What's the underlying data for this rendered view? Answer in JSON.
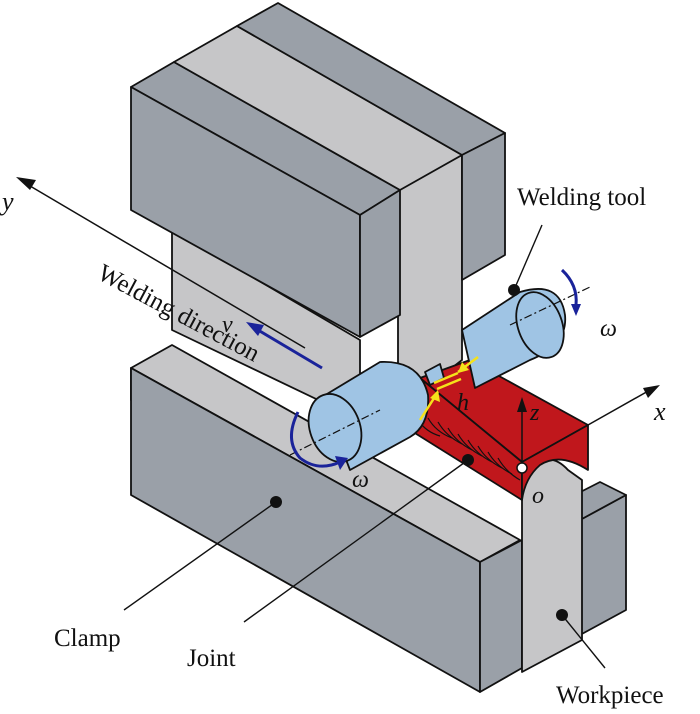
{
  "figure": {
    "title": "Schematic of welding setup",
    "labels": {
      "welding_tool": "Welding tool",
      "welding_direction": "Welding direction",
      "clamp": "Clamp",
      "joint": "Joint",
      "workpiece": "Workpiece"
    },
    "symbols": {
      "axis_y": "y",
      "axis_x": "x",
      "axis_z": "z",
      "origin": "o",
      "velocity": "v",
      "omega_tool_right": "ω",
      "omega_tool_left": "ω",
      "gap_height": "h"
    },
    "colors": {
      "clamp_dark": "#9aa0a8",
      "clamp_light": "#c6c6c8",
      "tool_blue": "#9fc4e4",
      "workpiece_red": "#c0171c",
      "arrow_blue": "#1a239a",
      "marker_yellow": "#f5e21a",
      "line": "#111111"
    }
  }
}
